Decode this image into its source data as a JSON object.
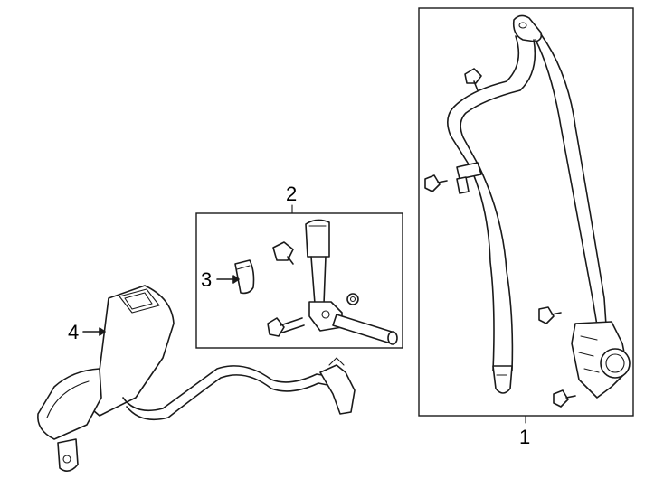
{
  "diagram": {
    "callouts": [
      {
        "id": "1",
        "label": "1"
      },
      {
        "id": "2",
        "label": "2"
      },
      {
        "id": "3",
        "label": "3"
      },
      {
        "id": "4",
        "label": "4"
      }
    ],
    "line_color": "#1a1a1a",
    "background": "#ffffff"
  }
}
